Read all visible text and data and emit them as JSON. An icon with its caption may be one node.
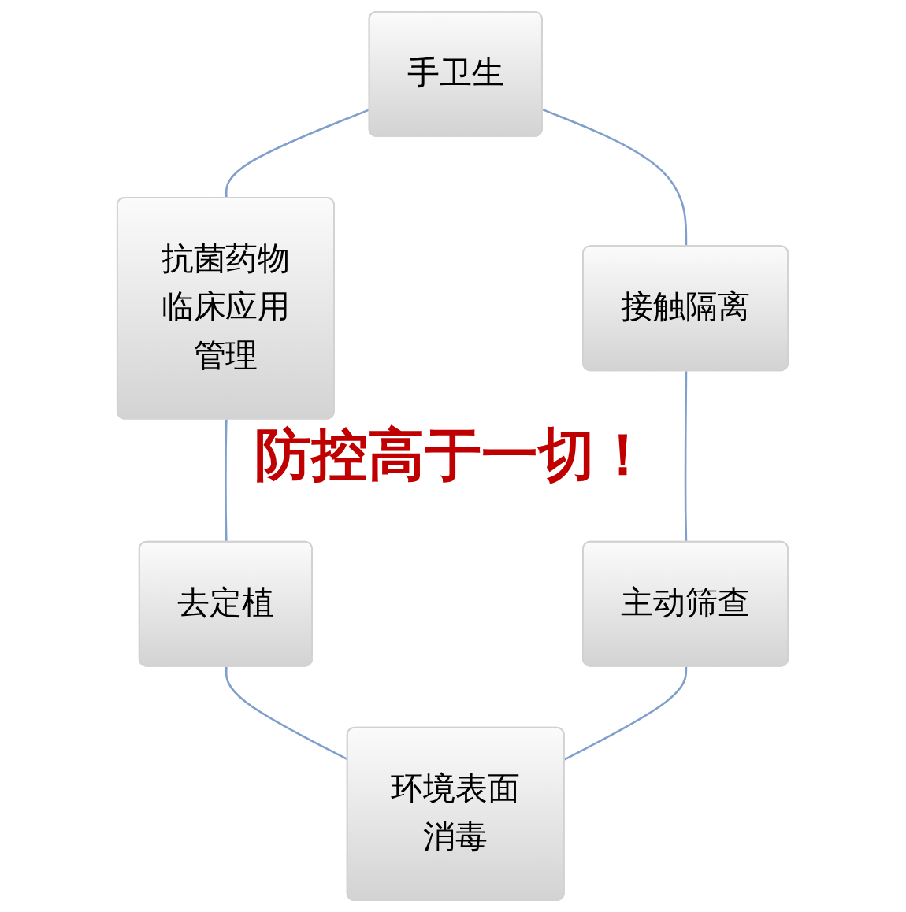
{
  "diagram": {
    "nodes": [
      {
        "text": [
          "手卫生"
        ]
      },
      {
        "text": [
          "接触隔离"
        ]
      },
      {
        "text": [
          "主动筛查"
        ]
      },
      {
        "text": [
          "环境表面消毒"
        ]
      },
      {
        "text": [
          "去定植"
        ]
      },
      {
        "text": [
          "抗菌药物临床应用管理"
        ]
      }
    ],
    "edges": [
      {
        "from": 0,
        "to": 5,
        "arrow": "none"
      },
      {
        "from": 5,
        "to": 4,
        "arrow": "none"
      },
      {
        "from": 4,
        "to": 3,
        "arrow": "none"
      },
      {
        "from": 0,
        "to": 1,
        "arrow": "none"
      },
      {
        "from": 1,
        "to": 2,
        "arrow": "none"
      },
      {
        "from": 2,
        "to": 3,
        "arrow": "none"
      }
    ],
    "labels": [
      "防控高于一切！"
    ]
  }
}
